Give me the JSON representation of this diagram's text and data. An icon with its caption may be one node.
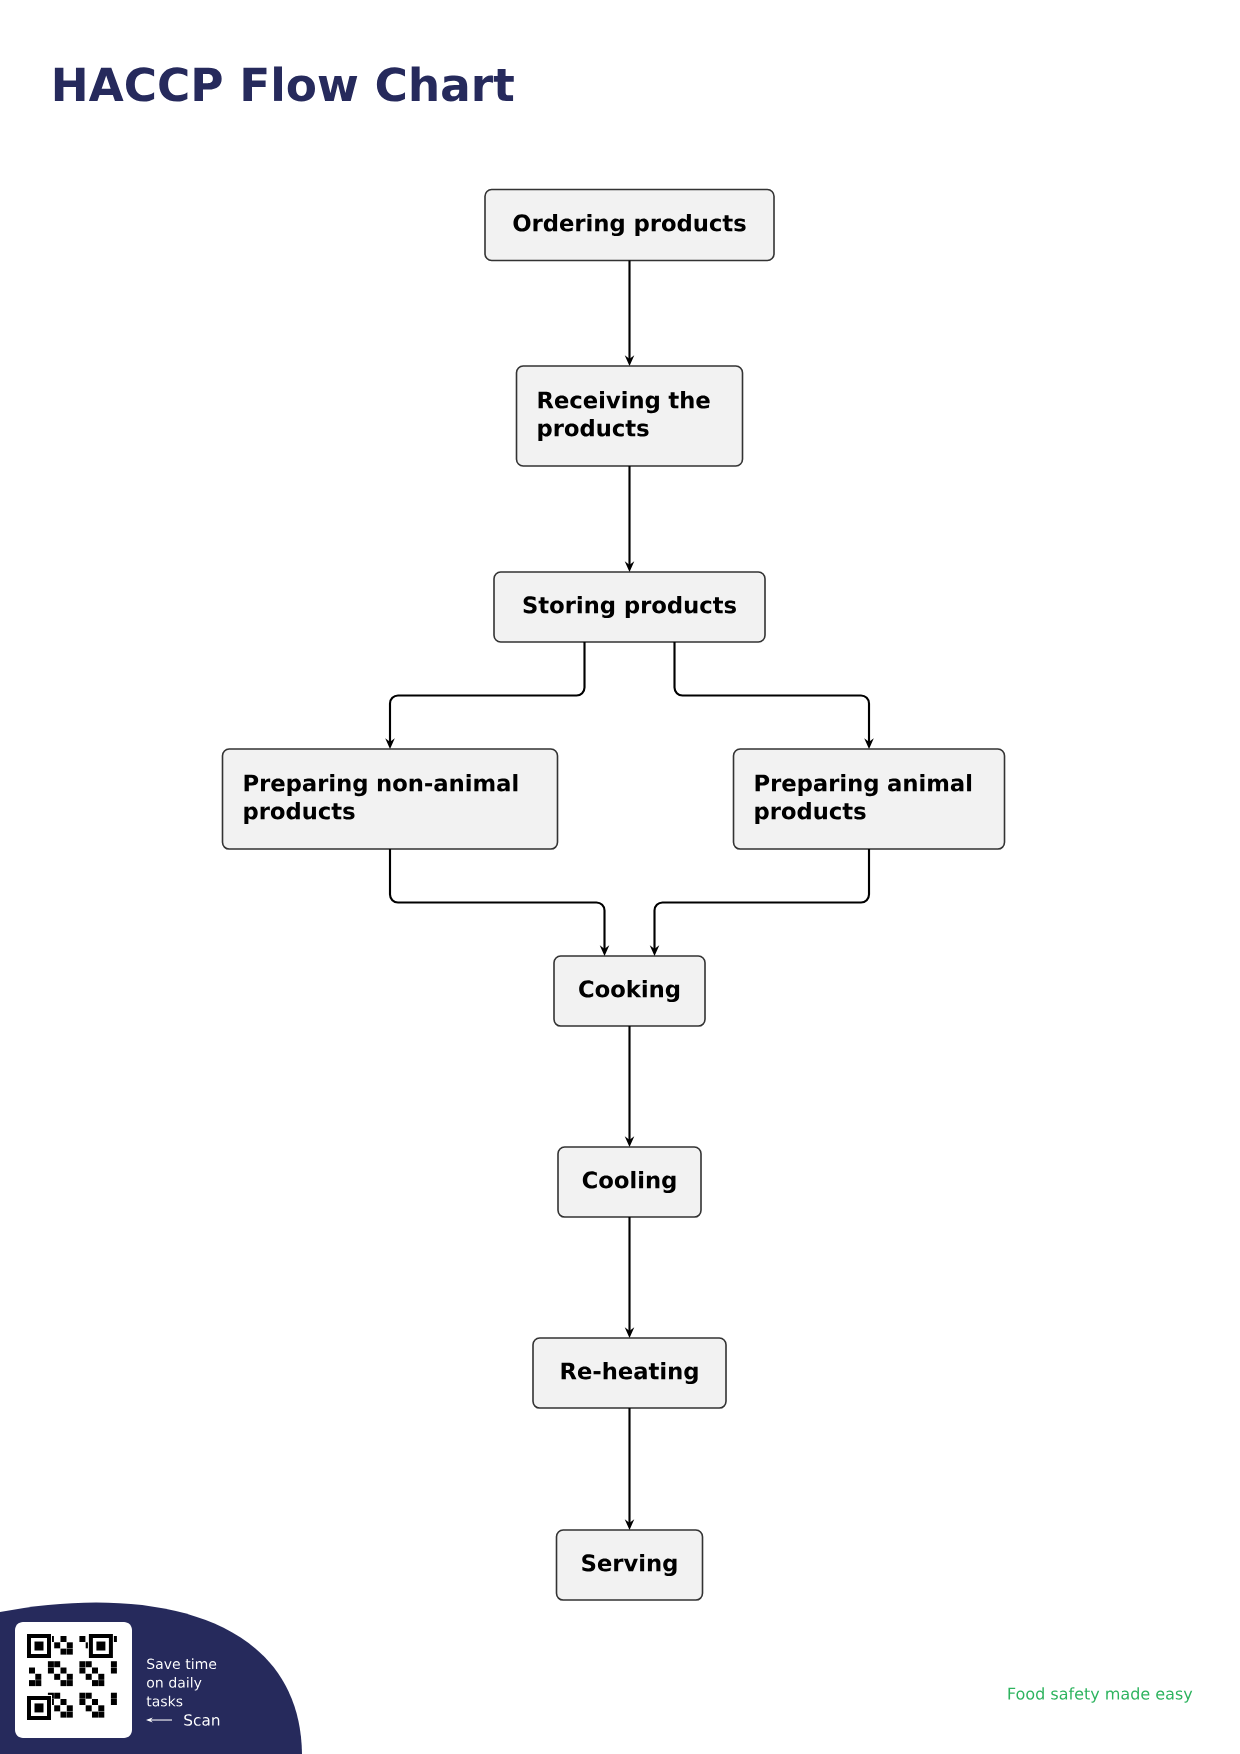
{
  "diagram": {
    "title": "HACCP Flow Chart",
    "nodes": [
      {
        "text": [
          "Ordering products"
        ]
      },
      {
        "text": [
          "Receiving the products"
        ]
      },
      {
        "text": [
          "Storing products"
        ]
      },
      {
        "text": [
          "Preparing non-animal products"
        ]
      },
      {
        "text": [
          "Preparing animal products"
        ]
      },
      {
        "text": [
          "Cooking"
        ]
      },
      {
        "text": [
          "Cooling"
        ]
      },
      {
        "text": [
          "Re-heating"
        ]
      },
      {
        "text": [
          "Serving"
        ]
      }
    ],
    "edges": [
      {
        "from": 0,
        "to": 1,
        "arrow": "to"
      },
      {
        "from": 1,
        "to": 2,
        "arrow": "to"
      },
      {
        "from": 2,
        "to": 3,
        "arrow": "to"
      },
      {
        "from": 2,
        "to": 4,
        "arrow": "to"
      },
      {
        "from": 3,
        "to": 5,
        "arrow": "to"
      },
      {
        "from": 4,
        "to": 5,
        "arrow": "to"
      },
      {
        "from": 5,
        "to": 6,
        "arrow": "to"
      },
      {
        "from": 6,
        "to": 7,
        "arrow": "to"
      },
      {
        "from": 7,
        "to": 8,
        "arrow": "to"
      }
    ],
    "labels": [
      "Save time on daily tasks",
      "Scan",
      "Food safety made easy"
    ]
  }
}
